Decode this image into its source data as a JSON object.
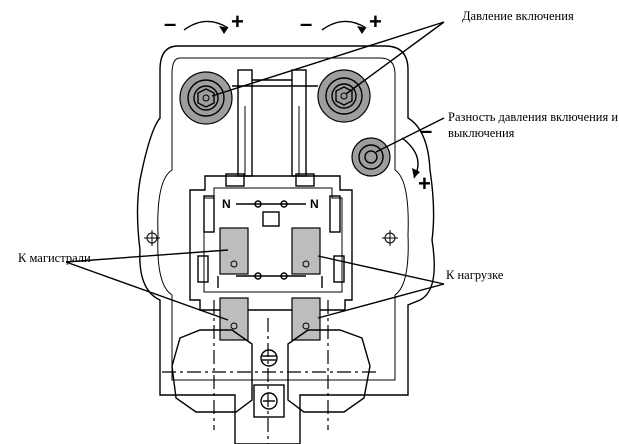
{
  "labels": {
    "cut_in_pressure": "Давление включения",
    "differential_line1": "Разность давления включения и",
    "differential_line2": "выключения",
    "mains": "К магистрали",
    "load": "К нагрузке"
  },
  "signs": {
    "minus": "–",
    "plus": "+",
    "neutral": "N"
  }
}
